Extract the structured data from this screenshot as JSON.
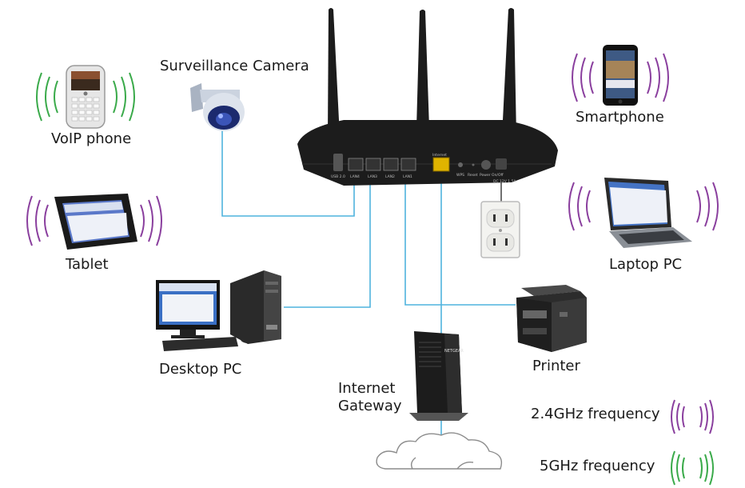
{
  "labels": {
    "surveillance_camera": "Surveillance Camera",
    "voip_phone": "VoIP phone",
    "tablet": "Tablet",
    "desktop_pc": "Desktop PC",
    "internet_gateway_line1": "Internet",
    "internet_gateway_line2": "Gateway",
    "smartphone": "Smartphone",
    "laptop_pc": "Laptop PC",
    "printer": "Printer"
  },
  "router_ports": {
    "usb": "USB 2.0",
    "lan1": "LAN4",
    "lan2": "LAN3",
    "lan3": "LAN2",
    "lan4": "LAN1",
    "internet": "Internet",
    "wps": "WPS",
    "reset": "Reset",
    "power": "Power On/Off",
    "dc": "DC 12V 1.5A"
  },
  "gateway_brand": "NETGEAR",
  "legend": {
    "ghz24": "2.4GHz frequency",
    "ghz5": "5GHz frequency"
  },
  "colors": {
    "cable": "#4fb3de",
    "wave_24ghz": "#8a3f9e",
    "wave_5ghz": "#3aaa4a",
    "router_body": "#1c1c1c"
  }
}
